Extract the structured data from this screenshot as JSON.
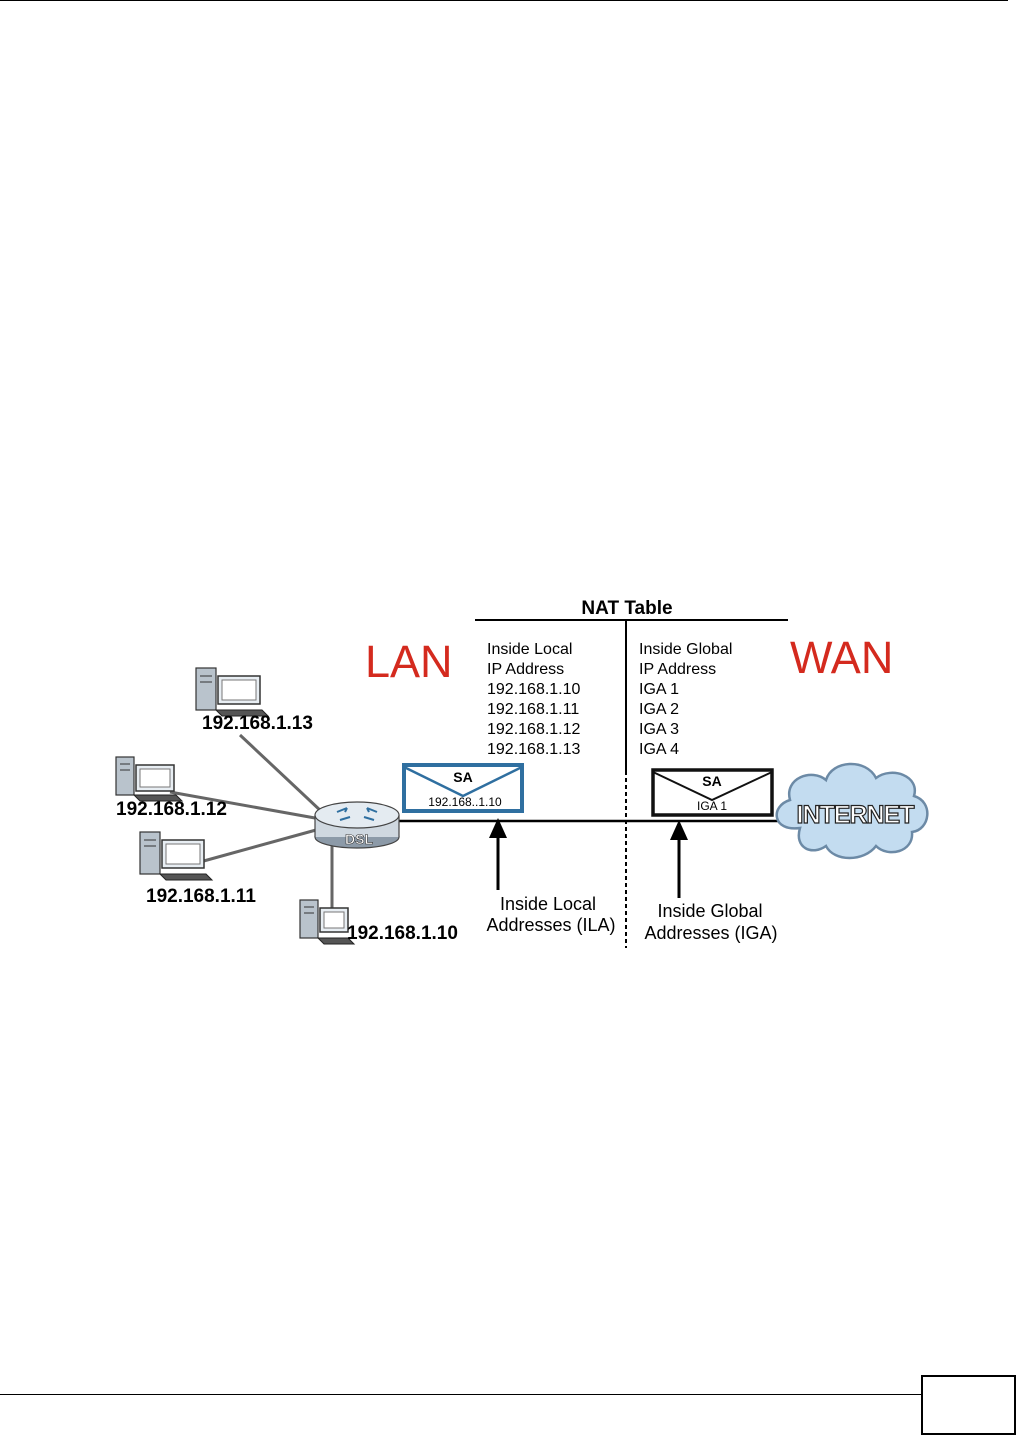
{
  "page": {
    "number": ""
  },
  "nat_table": {
    "title": "NAT Table",
    "left_header": [
      "Inside Local",
      "IP Address"
    ],
    "right_header": [
      "Inside Global",
      "IP Address"
    ],
    "rows": [
      {
        "local": "192.168.1.10",
        "global": "IGA 1"
      },
      {
        "local": "192.168.1.11",
        "global": "IGA 2"
      },
      {
        "local": "192.168.1.12",
        "global": "IGA 3"
      },
      {
        "local": "192.168.1.13",
        "global": "IGA 4"
      }
    ]
  },
  "zones": {
    "lan": "LAN",
    "wan": "WAN"
  },
  "hosts": [
    {
      "ip": "192.168.1.13"
    },
    {
      "ip": "192.168.1.12"
    },
    {
      "ip": "192.168.1.11"
    },
    {
      "ip": "192.168.1.10"
    }
  ],
  "router": {
    "label": "DSL"
  },
  "internet": {
    "label": "INTERNET"
  },
  "packets": {
    "lan": {
      "tag": "SA",
      "address": "192.168..1.10"
    },
    "wan": {
      "tag": "SA",
      "address": "IGA 1"
    }
  },
  "arrows": {
    "ila": [
      "Inside Local",
      "Addresses (ILA)"
    ],
    "iga": [
      "Inside Global",
      "Addresses (IGA)"
    ]
  },
  "colors": {
    "zone_label": "#d42a1e",
    "lan_packet_border": "#2f6fa0",
    "cloud_fill": "#c3dcf0",
    "cloud_stroke": "#6c8aa6"
  }
}
